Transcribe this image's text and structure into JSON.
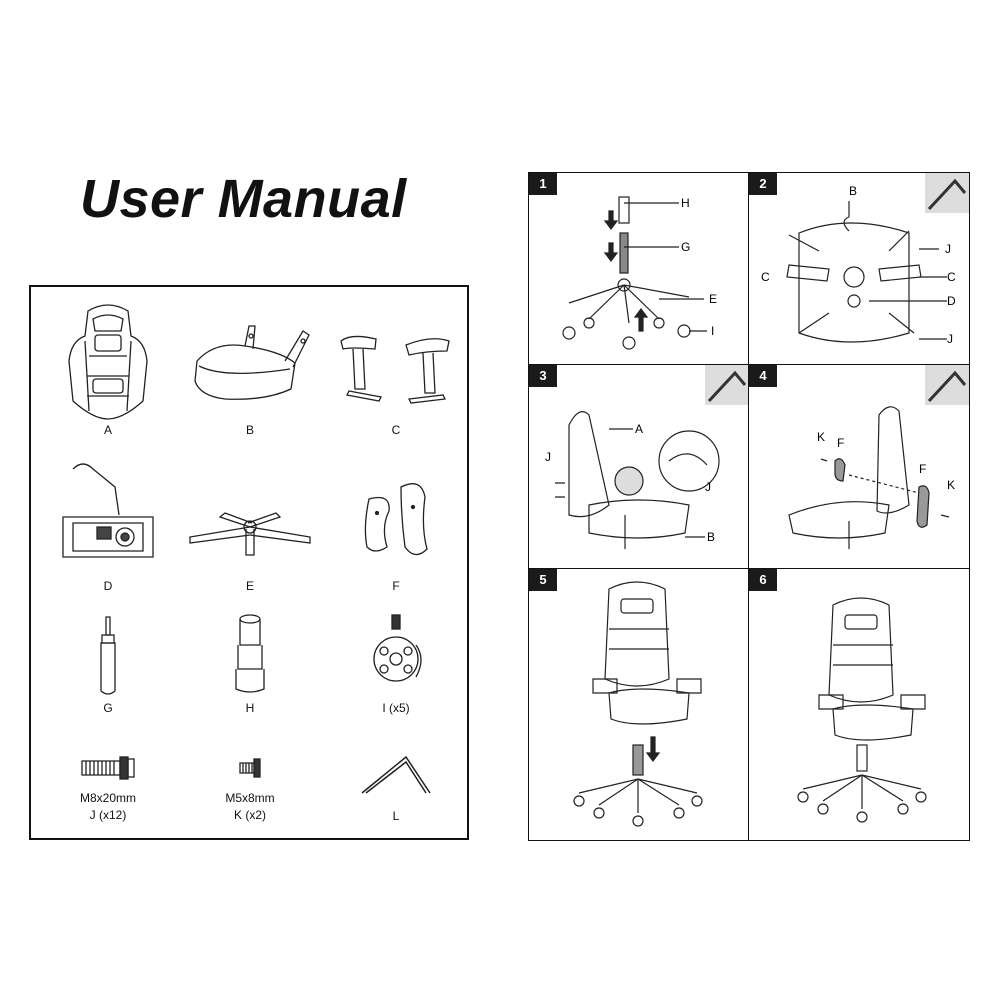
{
  "title": "User Manual",
  "parts": [
    {
      "label": "A",
      "icon": "backrest-icon"
    },
    {
      "label": "B",
      "icon": "seat-icon"
    },
    {
      "label": "C",
      "icon": "armrests-icon"
    },
    {
      "label": "D",
      "icon": "mechanism-icon"
    },
    {
      "label": "E",
      "icon": "base-icon"
    },
    {
      "label": "F",
      "icon": "side-covers-icon"
    },
    {
      "label": "G",
      "icon": "gas-lift-icon"
    },
    {
      "label": "H",
      "icon": "cylinder-cover-icon"
    },
    {
      "label": "I (x5)",
      "icon": "caster-icon"
    },
    {
      "label": "M8x20mm",
      "label2": "J (x12)",
      "icon": "bolt-icon"
    },
    {
      "label": "M5x8mm",
      "label2": "K (x2)",
      "icon": "screw-icon"
    },
    {
      "label": "L",
      "icon": "allen-key-icon"
    }
  ],
  "steps": [
    {
      "number": "1",
      "callouts": [
        "H",
        "G",
        "E",
        "I"
      ]
    },
    {
      "number": "2",
      "callouts": [
        "B",
        "J",
        "C",
        "C",
        "D",
        "J"
      ]
    },
    {
      "number": "3",
      "callouts": [
        "A",
        "J",
        "J",
        "B"
      ]
    },
    {
      "number": "4",
      "callouts": [
        "K",
        "F",
        "F",
        "K"
      ]
    },
    {
      "number": "5",
      "callouts": []
    },
    {
      "number": "6",
      "callouts": []
    }
  ]
}
